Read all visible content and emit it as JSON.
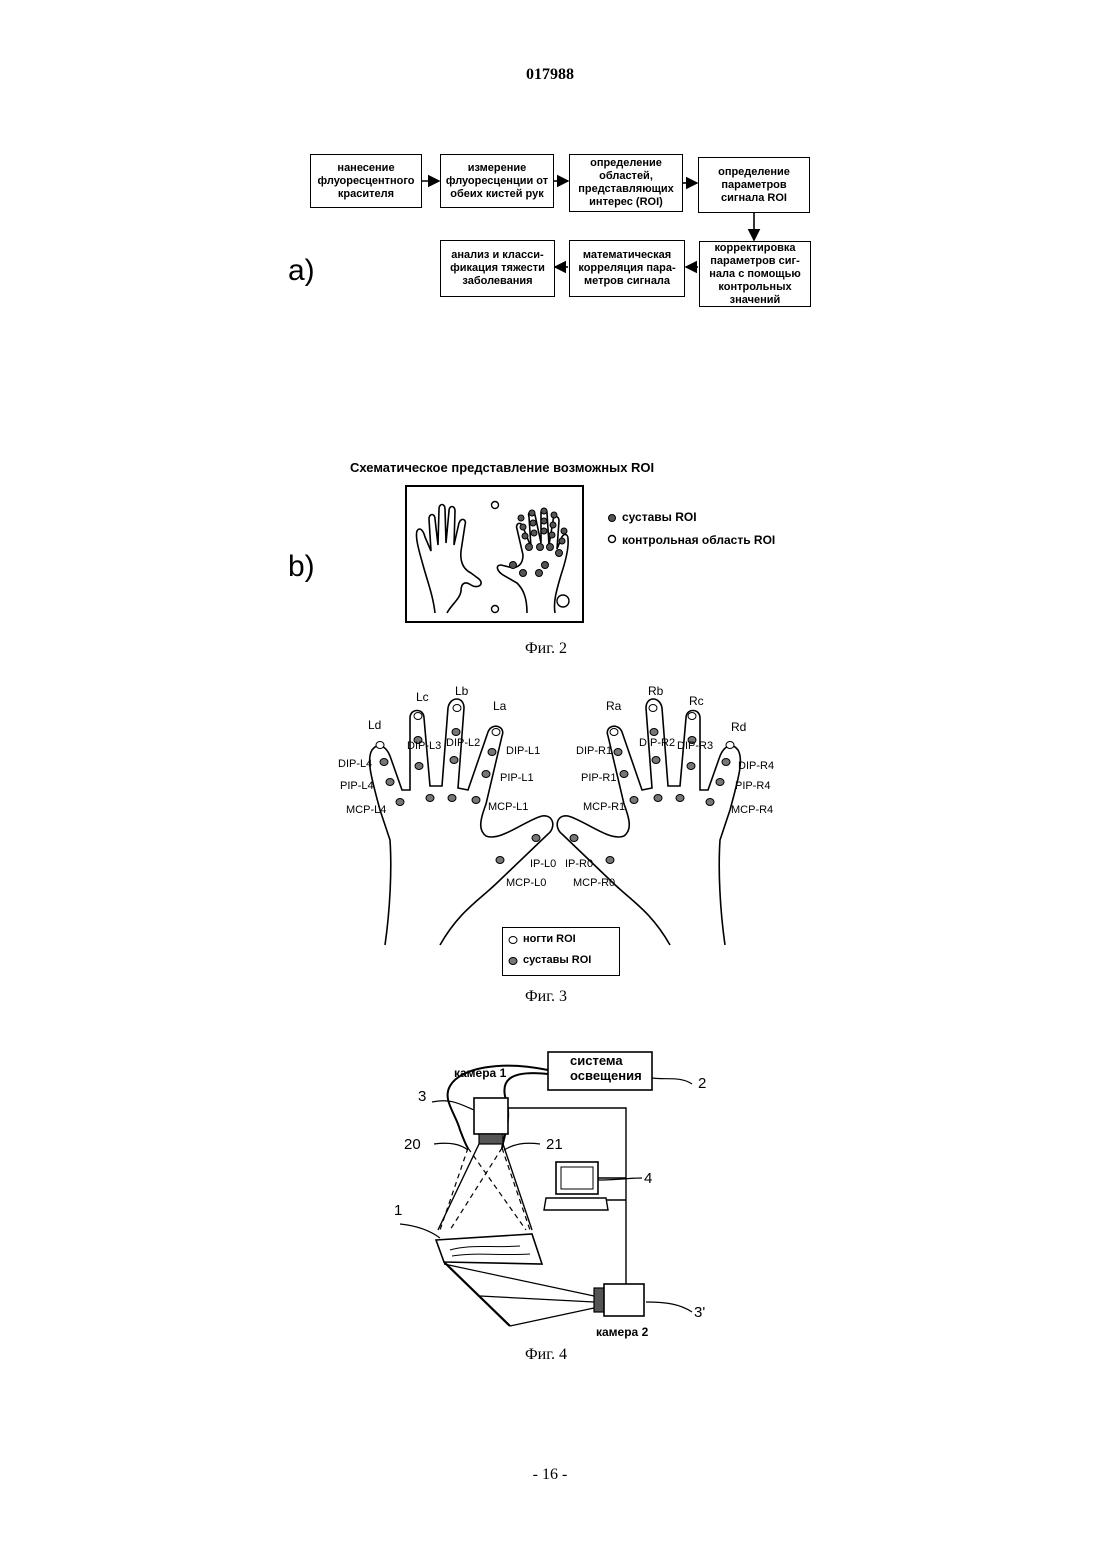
{
  "header": {
    "doc_number": "017988"
  },
  "figure2": {
    "panel_a_letter": "a)",
    "panel_b_letter": "b)",
    "flow_boxes": [
      "нанесение\nфлуоресцентного\nкрасителя",
      "измерение\nфлуоресценции от\nобеих кистей рук",
      "определение\nобластей,\nпредставляющих\nинтерес (ROI)",
      "определение\nпараметров\nсигнала ROI",
      "корректировка\nпараметров сиг-\nнала с помощью\nконтрольных\nзначений",
      "математическая\nкорреляция пара-\nметров сигнала",
      "анализ и класси-\nфикация тяжести\nзаболевания"
    ],
    "schematic_title": "Схематическое представление возможных ROI",
    "legend": {
      "joints": "суставы ROI",
      "control": "контрольная область ROI"
    },
    "caption": "Фиг. 2"
  },
  "figure3": {
    "left_finger_labels": [
      "Ld",
      "Lc",
      "Lb",
      "La"
    ],
    "right_finger_labels": [
      "Ra",
      "Rb",
      "Rc",
      "Rd"
    ],
    "left_joint_labels": [
      "DIP-L4",
      "PIP-L4",
      "MCP-L4",
      "DIP-L3",
      "DIP-L2",
      "DIP-L1",
      "PIP-L1",
      "MCP-L1",
      "IP-L0",
      "MCP-L0"
    ],
    "right_joint_labels": [
      "DIP-R1",
      "PIP-R1",
      "MCP-R1",
      "DIP-R2",
      "DIP-R3",
      "DIP-R4",
      "PIP-R4",
      "MCP-R4",
      "IP-R0",
      "MCP-R0"
    ],
    "legend": {
      "nails": "ногти ROI",
      "joints": "суставы ROI"
    },
    "caption": "Фиг. 3"
  },
  "figure4": {
    "lighting_system": "система\nосвещения",
    "camera1": "камера 1",
    "camera2": "камера 2",
    "refs": [
      "1",
      "2",
      "3",
      "3'",
      "4",
      "20",
      "21"
    ],
    "caption": "Фиг. 4"
  },
  "footer": {
    "page_number": "- 16 -"
  }
}
